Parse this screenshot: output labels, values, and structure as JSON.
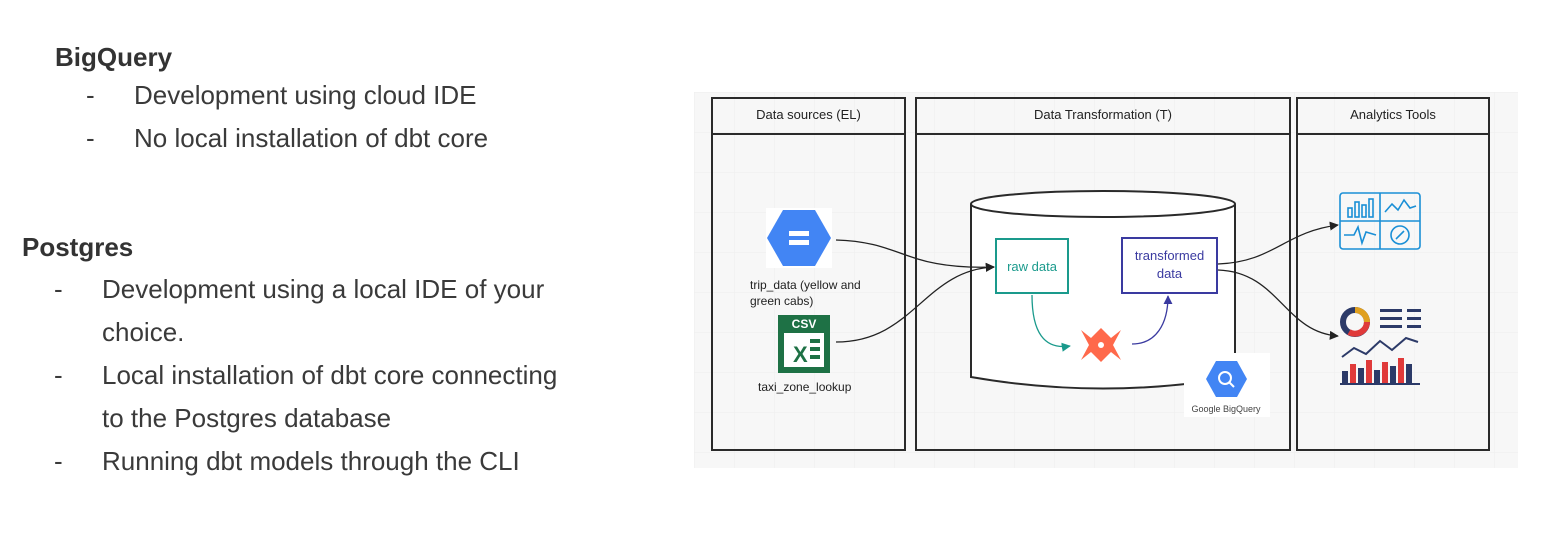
{
  "bigquery": {
    "heading": "BigQuery",
    "bullets": [
      {
        "dash": "-",
        "lines": [
          "Development using cloud IDE"
        ]
      },
      {
        "dash": "-",
        "lines": [
          "No local installation of dbt core"
        ]
      }
    ]
  },
  "postgres": {
    "heading": "Postgres",
    "bullets": [
      {
        "dash": "-",
        "lines": [
          "Development using a local IDE of your",
          "choice."
        ]
      },
      {
        "dash": "-",
        "lines": [
          "Local installation of dbt core connecting",
          "to the Postgres database"
        ]
      },
      {
        "dash": "-",
        "lines": [
          "Running dbt models through the CLI"
        ]
      }
    ]
  },
  "diagram": {
    "columns": [
      {
        "title": "Data sources (EL)"
      },
      {
        "title": "Data Transformation (T)"
      },
      {
        "title": "Analytics Tools"
      }
    ],
    "sources": {
      "trip_data": [
        "trip_data (yellow and",
        "green cabs)"
      ],
      "csv_badge": "CSV",
      "taxi_zone": "taxi_zone_lookup"
    },
    "transform": {
      "raw": "raw data",
      "transformed": [
        "transformed",
        "data"
      ],
      "bigquery_logo_label": "Google BigQuery"
    },
    "icons": [
      "gcs-storage-icon",
      "csv-file-icon",
      "dbt-icon",
      "bigquery-icon",
      "dashboard-icon",
      "report-icon"
    ],
    "colors": {
      "border": "#2a2a2a",
      "raw": "#1a9a8c",
      "transformed": "#3a3aa0",
      "gcp_blue": "#4285f4",
      "excel_green": "#1e7145",
      "dbt_orange": "#ff694b",
      "analytics_blue": "#1a8fd6",
      "report_dark": "#2c3a68",
      "report_red": "#e03a3a"
    }
  }
}
